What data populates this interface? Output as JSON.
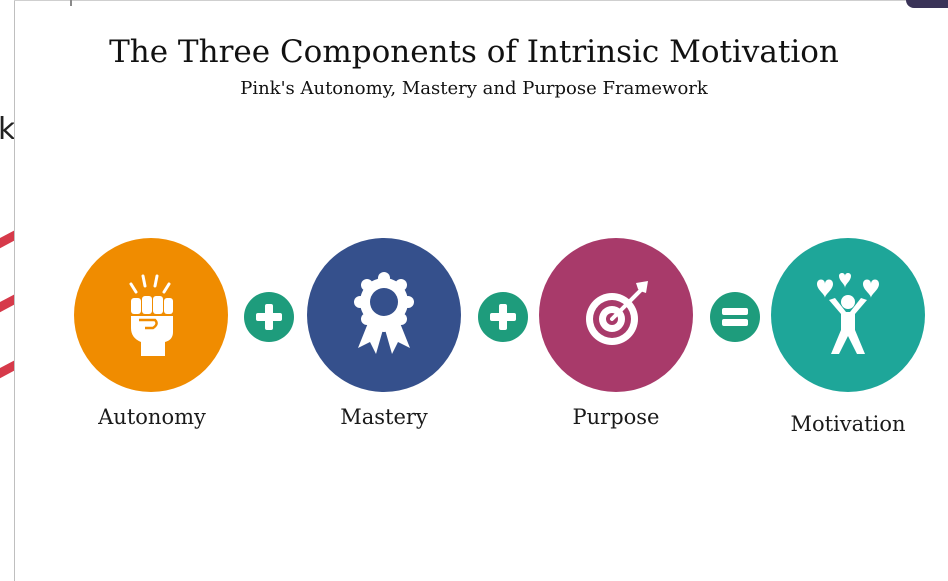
{
  "header": {
    "title": "The Three Components of Intrinsic Motivation",
    "subtitle": "Pink's Autonomy, Mastery and Purpose Framework"
  },
  "components": [
    {
      "label": "Autonomy",
      "color": "#f08c00",
      "icon": "raised-fist-icon"
    },
    {
      "label": "Mastery",
      "color": "#35508c",
      "icon": "award-ribbon-icon"
    },
    {
      "label": "Purpose",
      "color": "#a83a6a",
      "icon": "target-arrow-icon"
    },
    {
      "label": "Motivation",
      "color": "#1ea699",
      "icon": "person-hearts-icon"
    }
  ],
  "operators": [
    "plus",
    "plus",
    "equals"
  ],
  "operator_color": "#1e9c7c",
  "edge_fragment": {
    "letter": "k"
  }
}
